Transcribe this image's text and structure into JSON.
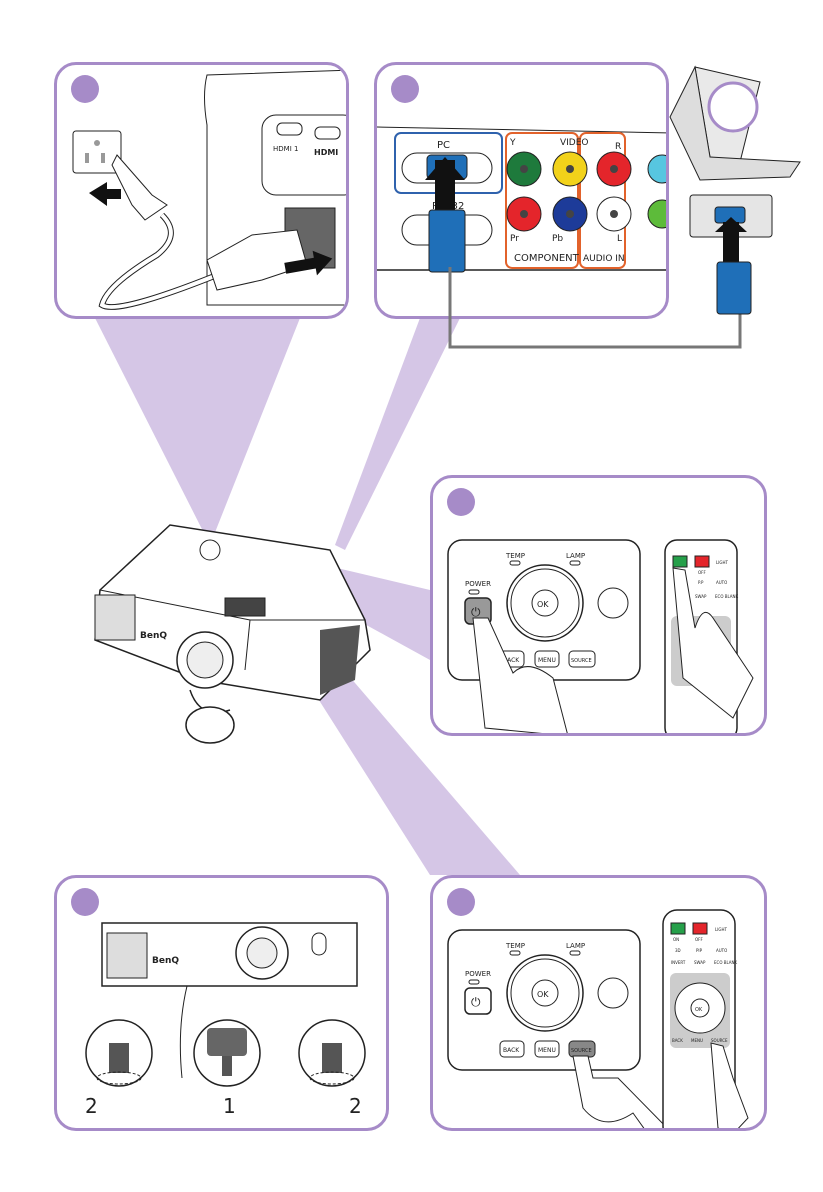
{
  "colors": {
    "accent": "#a68bc8",
    "beam": "#d5c6e6",
    "pc_port_border": "#2f62ad",
    "component_border": "#e2622b",
    "vga_blue": "#1f6fb8"
  },
  "panel1": {
    "hdmi1": "HDMI 1",
    "hdmi2": "HDMI"
  },
  "panel2": {
    "pc": "PC",
    "rs232": "RS232",
    "y": "Y",
    "video": "VIDEO",
    "r": "R",
    "pr": "Pr",
    "pb": "Pb",
    "l": "L",
    "component": "COMPONENT",
    "audio_in": "AUDIO IN"
  },
  "panel3": {
    "temp": "TEMP",
    "lamp": "LAMP",
    "power": "POWER",
    "ok": "OK",
    "back": "BACK",
    "menu": "MENU",
    "source": "SOURCE",
    "remote": {
      "off": "OFF",
      "light": "LIGHT",
      "pp": "P.P",
      "auto": "AUTO",
      "swap": "SWAP",
      "eco_blank": "ECO BLANK"
    }
  },
  "panel4": {
    "brand": "BenQ",
    "labels": [
      "2",
      "1",
      "2"
    ]
  },
  "panel5": {
    "temp": "TEMP",
    "lamp": "LAMP",
    "power": "POWER",
    "ok": "OK",
    "back": "BACK",
    "menu": "MENU",
    "source": "SOURCE",
    "remote": {
      "on": "ON",
      "off": "OFF",
      "light": "LIGHT",
      "3d": "3D",
      "pip": "PIP",
      "auto": "AUTO",
      "invert": "INVERT",
      "swap": "SWAP",
      "eco_blank": "ECO BLANK",
      "ok": "OK",
      "back": "BACK",
      "menu": "MENU",
      "source": "SOURCE"
    }
  },
  "projector": {
    "brand": "BenQ"
  }
}
